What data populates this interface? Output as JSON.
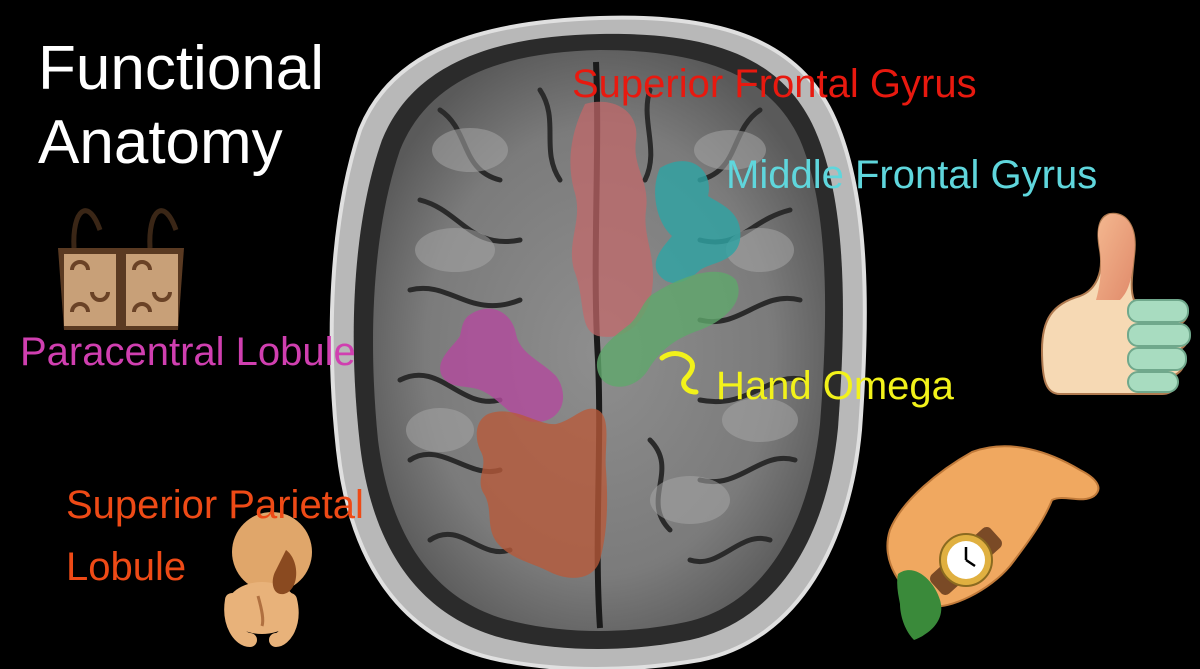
{
  "title": {
    "line1": "Functional",
    "line2": "Anatomy"
  },
  "labels": {
    "superior_frontal_gyrus": "Superior Frontal Gyrus",
    "middle_frontal_gyrus": "Middle Frontal Gyrus",
    "paracentral_lobule": "Paracentral Lobule",
    "hand_omega": "Hand Omega",
    "superior_parietal_lobule_line1": "Superior Parietal",
    "superior_parietal_lobule_line2": "Lobule"
  },
  "colors": {
    "background": "#000000",
    "title": "#ffffff",
    "superior_frontal_gyrus": "#e8190f",
    "middle_frontal_gyrus": "#5fd6dc",
    "paracentral_lobule": "#d03fb0",
    "hand_omega": "#f2f21a",
    "superior_parietal_lobule": "#ee4a16",
    "sfg_overlay": "#c4686a",
    "mfg_overlay": "#2fa4a4",
    "pcl_overlay": "#b34a9e",
    "spl_overlay": "#b85a3a",
    "hand_overlay": "#5fa86c"
  },
  "icons": [
    "tote-bag-icon",
    "thumbs-up-icon",
    "wristwatch-hand-icon",
    "baby-bending-icon"
  ]
}
